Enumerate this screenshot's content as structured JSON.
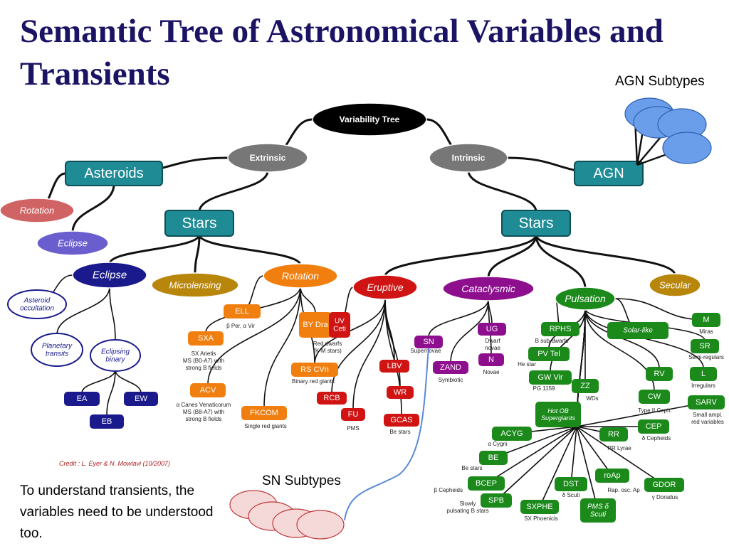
{
  "title": "Semantic Tree of Astronomical Variables and Transients",
  "notes": {
    "agn_subtypes": "AGN Subtypes",
    "sn_subtypes": "SN Subtypes",
    "transients": "To understand transients, the variables need to be understood too."
  },
  "credit": "Credit :  L. Eyer & N. Mowlavi  (10/2007)",
  "colors": {
    "title": "#1b1464",
    "teal": "#1f8b95",
    "gray": "#777777",
    "navy": "#1a1a8c",
    "orange": "#f07f10",
    "red": "#d01414",
    "purple": "#8e0f8e",
    "green": "#1b8a1b",
    "olive": "#b8860b",
    "rose": "#d06464",
    "lavender": "#6a5ecf",
    "bubble": "#6a9eea"
  },
  "nodes": [
    {
      "id": "variability-tree",
      "label": "Variability Tree",
      "shape": "ellipse",
      "color": "black"
    },
    {
      "id": "extrinsic",
      "label": "Extrinsic",
      "shape": "ellipse",
      "color": "gray"
    },
    {
      "id": "intrinsic",
      "label": "Intrinsic",
      "shape": "ellipse",
      "color": "gray"
    },
    {
      "id": "asteroids",
      "label": "Asteroids",
      "shape": "rect",
      "color": "teal"
    },
    {
      "id": "agn",
      "label": "AGN",
      "shape": "rect",
      "color": "teal"
    },
    {
      "id": "stars-extrinsic",
      "label": "Stars",
      "shape": "rect",
      "color": "teal"
    },
    {
      "id": "stars-intrinsic",
      "label": "Stars",
      "shape": "rect",
      "color": "teal"
    },
    {
      "id": "rotation-asteroid",
      "label": "Rotation",
      "shape": "ellipse",
      "color": "rose"
    },
    {
      "id": "eclipse-asteroid",
      "label": "Eclipse",
      "shape": "ellipse",
      "color": "lavender"
    },
    {
      "id": "eclipse",
      "label": "Eclipse",
      "shape": "ellipse",
      "color": "navy"
    },
    {
      "id": "microlensing",
      "label": "Microlensing",
      "shape": "ellipse",
      "color": "olive"
    },
    {
      "id": "rotation",
      "label": "Rotation",
      "shape": "ellipse",
      "color": "orange"
    },
    {
      "id": "eruptive",
      "label": "Eruptive",
      "shape": "ellipse",
      "color": "red"
    },
    {
      "id": "cataclysmic",
      "label": "Cataclysmic",
      "shape": "ellipse",
      "color": "purple"
    },
    {
      "id": "pulsation",
      "label": "Pulsation",
      "shape": "ellipse",
      "color": "green"
    },
    {
      "id": "secular",
      "label": "Secular",
      "shape": "ellipse",
      "color": "olive"
    },
    {
      "id": "asteroid-occultation",
      "label": "Asteroid occultation",
      "shape": "ellipse-outline",
      "color": "navy"
    },
    {
      "id": "planetary-transits",
      "label": "Planetary transits",
      "shape": "ellipse-outline",
      "color": "navy"
    },
    {
      "id": "eclipsing-binary",
      "label": "Eclipsing binary",
      "shape": "ellipse-outline",
      "color": "navy"
    },
    {
      "id": "ea",
      "label": "EA",
      "shape": "rect",
      "color": "navy"
    },
    {
      "id": "ew",
      "label": "EW",
      "shape": "rect",
      "color": "navy"
    },
    {
      "id": "eb",
      "label": "EB",
      "shape": "rect",
      "color": "navy"
    },
    {
      "id": "ell",
      "label": "ELL",
      "shape": "rect",
      "color": "orange"
    },
    {
      "id": "sxa",
      "label": "SXA",
      "shape": "rect",
      "color": "orange"
    },
    {
      "id": "acv",
      "label": "ACV",
      "shape": "rect",
      "color": "orange"
    },
    {
      "id": "fkcom",
      "label": "FKCOM",
      "shape": "rect",
      "color": "orange"
    },
    {
      "id": "by-dra",
      "label": "BY Dra",
      "shape": "rect",
      "color": "orange"
    },
    {
      "id": "rs-cvn",
      "label": "RS CVn",
      "shape": "rect",
      "color": "orange"
    },
    {
      "id": "uv-ceti",
      "label": "UV Ceti",
      "shape": "rect",
      "color": "red"
    },
    {
      "id": "lbv",
      "label": "LBV",
      "shape": "rect",
      "color": "red"
    },
    {
      "id": "wr",
      "label": "WR",
      "shape": "rect",
      "color": "red"
    },
    {
      "id": "rcb",
      "label": "RCB",
      "shape": "rect",
      "color": "red"
    },
    {
      "id": "fu",
      "label": "FU",
      "shape": "rect",
      "color": "red"
    },
    {
      "id": "gcas",
      "label": "GCAS",
      "shape": "rect",
      "color": "red"
    },
    {
      "id": "sn",
      "label": "SN",
      "shape": "rect",
      "color": "purple"
    },
    {
      "id": "ug",
      "label": "UG",
      "shape": "rect",
      "color": "purple"
    },
    {
      "id": "zand",
      "label": "ZAND",
      "shape": "rect",
      "color": "purple"
    },
    {
      "id": "n",
      "label": "N",
      "shape": "rect",
      "color": "purple"
    },
    {
      "id": "rphs",
      "label": "RPHS",
      "shape": "rect",
      "color": "green"
    },
    {
      "id": "pv-tel",
      "label": "PV Tel",
      "shape": "rect",
      "color": "green"
    },
    {
      "id": "gw-vir",
      "label": "GW Vir",
      "shape": "rect",
      "color": "green"
    },
    {
      "id": "zz",
      "label": "ZZ",
      "shape": "rect",
      "color": "green"
    },
    {
      "id": "solar-like",
      "label": "Solar-like",
      "shape": "rect",
      "color": "green"
    },
    {
      "id": "m",
      "label": "M",
      "shape": "rect",
      "color": "green"
    },
    {
      "id": "sr",
      "label": "SR",
      "shape": "rect",
      "color": "green"
    },
    {
      "id": "l",
      "label": "L",
      "shape": "rect",
      "color": "green"
    },
    {
      "id": "rv",
      "label": "RV",
      "shape": "rect",
      "color": "green"
    },
    {
      "id": "cw",
      "label": "CW",
      "shape": "rect",
      "color": "green"
    },
    {
      "id": "sarv",
      "label": "SARV",
      "shape": "rect",
      "color": "green"
    },
    {
      "id": "hot-ob",
      "label": "Hot OB Supergiants",
      "shape": "rect",
      "color": "green"
    },
    {
      "id": "cep",
      "label": "CEP",
      "shape": "rect",
      "color": "green"
    },
    {
      "id": "rr",
      "label": "RR",
      "shape": "rect",
      "color": "green"
    },
    {
      "id": "acyg",
      "label": "ACYG",
      "shape": "rect",
      "color": "green"
    },
    {
      "id": "be",
      "label": "BE",
      "shape": "rect",
      "color": "green"
    },
    {
      "id": "bcep",
      "label": "BCEP",
      "shape": "rect",
      "color": "green"
    },
    {
      "id": "spb",
      "label": "SPB",
      "shape": "rect",
      "color": "green"
    },
    {
      "id": "dst",
      "label": "DST",
      "shape": "rect",
      "color": "green"
    },
    {
      "id": "sxphe",
      "label": "SXPHE",
      "shape": "rect",
      "color": "green"
    },
    {
      "id": "roap",
      "label": "roAp",
      "shape": "rect",
      "color": "green"
    },
    {
      "id": "gdor",
      "label": "GDOR",
      "shape": "rect",
      "color": "green"
    },
    {
      "id": "pms",
      "label": "PMS δ Scuti",
      "shape": "rect",
      "color": "green"
    }
  ],
  "captions": [
    {
      "node": "ell",
      "text": "β Per, α Vir"
    },
    {
      "node": "sxa",
      "text": "SX Arietis MS (B0-A7) with strong B fields"
    },
    {
      "node": "acv",
      "text": "α Canes Venaticorum MS (B8-A7) with strong B fields"
    },
    {
      "node": "fkcom",
      "text": "Single red giants"
    },
    {
      "node": "by-dra",
      "text": "Red dwarfs (K-M stars)"
    },
    {
      "node": "rs-cvn",
      "text": "Binary red giants"
    },
    {
      "node": "fu",
      "text": "PMS"
    },
    {
      "node": "gcas",
      "text": "Be stars"
    },
    {
      "node": "sn",
      "text": "Supernovae"
    },
    {
      "node": "ug",
      "text": "Dwarf novae"
    },
    {
      "node": "zand",
      "text": "Symbiotic"
    },
    {
      "node": "n",
      "text": "Novae"
    },
    {
      "node": "rphs",
      "text": "B sub-dwarfs"
    },
    {
      "node": "pv-tel",
      "text": "He star"
    },
    {
      "node": "gw-vir",
      "text": "PG 1159"
    },
    {
      "node": "zz",
      "text": "WDs"
    },
    {
      "node": "m",
      "text": "Miras"
    },
    {
      "node": "sr",
      "text": "Semi-regulars"
    },
    {
      "node": "l",
      "text": "Irregulars"
    },
    {
      "node": "cw",
      "text": "Type II Ceph."
    },
    {
      "node": "sarv",
      "text": "Small ampl. red variables"
    },
    {
      "node": "cep",
      "text": "δ Cepheids"
    },
    {
      "node": "rr",
      "text": "RR Lyrae"
    },
    {
      "node": "acyg",
      "text": "α Cygni"
    },
    {
      "node": "be",
      "text": "Be stars"
    },
    {
      "node": "bcep",
      "text": "β Cepheids"
    },
    {
      "node": "spb",
      "text": "Slowly pulsating B stars"
    },
    {
      "node": "dst",
      "text": "δ Scuti"
    },
    {
      "node": "sxphe",
      "text": "SX Phoenicis"
    },
    {
      "node": "roap",
      "text": "Rap. osc. Ap"
    },
    {
      "node": "gdor",
      "text": "γ Doradus"
    }
  ],
  "agn_bubbles": 4,
  "sn_bubbles": 4
}
